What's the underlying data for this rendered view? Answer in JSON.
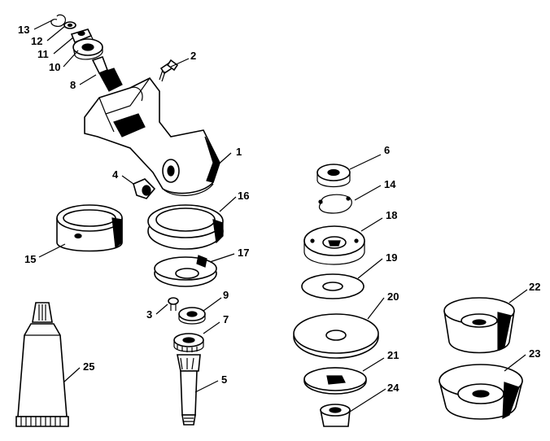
{
  "diagram": {
    "parts": [
      {
        "id": "p1",
        "label": "1"
      },
      {
        "id": "p2",
        "label": "2"
      },
      {
        "id": "p3",
        "label": "3"
      },
      {
        "id": "p4",
        "label": "4"
      },
      {
        "id": "p5",
        "label": "5"
      },
      {
        "id": "p6",
        "label": "6"
      },
      {
        "id": "p7",
        "label": "7"
      },
      {
        "id": "p8",
        "label": "8"
      },
      {
        "id": "p9",
        "label": "9"
      },
      {
        "id": "p10",
        "label": "10"
      },
      {
        "id": "p11",
        "label": "11"
      },
      {
        "id": "p12",
        "label": "12"
      },
      {
        "id": "p13",
        "label": "13"
      },
      {
        "id": "p14",
        "label": "14"
      },
      {
        "id": "p15",
        "label": "15"
      },
      {
        "id": "p16",
        "label": "16"
      },
      {
        "id": "p17",
        "label": "17"
      },
      {
        "id": "p18",
        "label": "18"
      },
      {
        "id": "p19",
        "label": "19"
      },
      {
        "id": "p20",
        "label": "20"
      },
      {
        "id": "p21",
        "label": "21"
      },
      {
        "id": "p22",
        "label": "22"
      },
      {
        "id": "p23",
        "label": "23"
      },
      {
        "id": "p24",
        "label": "24"
      },
      {
        "id": "p25",
        "label": "25"
      }
    ]
  }
}
